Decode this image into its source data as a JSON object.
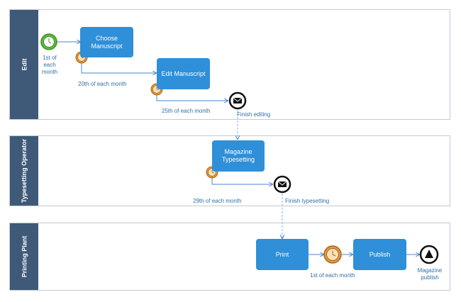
{
  "lanes": {
    "edit": "Edit",
    "typesetting": "Typesetting Operator",
    "printing": "Printing Plant"
  },
  "tasks": {
    "choose_manuscript": "Choose Manuscript",
    "edit_manuscript": "Edit Manuscript",
    "magazine_typesetting": "Magazine Typesetting",
    "print": "Print",
    "publish": "Publish"
  },
  "labels": {
    "start_timer": "1st of each month",
    "timer_20th": "20th of each month",
    "timer_25th": "25th of each month",
    "finish_editing": "Finish editing",
    "timer_29th": "29th of each month",
    "finish_typesetting": "Finish typesetting",
    "timer_1st_print": "1st of each month",
    "magazine_publish": "Magazine publish"
  },
  "colors": {
    "lane_header": "#3f5a78",
    "task": "#2f8fd8",
    "start_event": "#5cbd3a",
    "timer_event": "#e89a3c",
    "connector": "#4a86c8",
    "label": "#2f6fa8"
  },
  "icons": {
    "start": "start-timer-icon",
    "timer": "timer-clock-icon",
    "message": "envelope-icon",
    "end": "end-signal-icon"
  }
}
